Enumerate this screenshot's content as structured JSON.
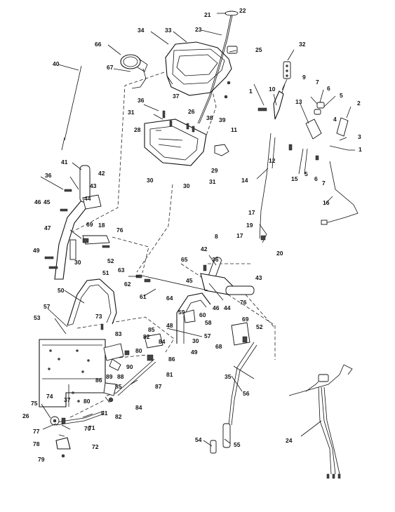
{
  "callouts": [
    "21",
    "22",
    "34",
    "33",
    "23",
    "66",
    "25",
    "32",
    "67",
    "40",
    "36",
    "37",
    "9",
    "1",
    "10",
    "7",
    "6",
    "5",
    "2",
    "13",
    "4",
    "3",
    "1",
    "26",
    "38",
    "39",
    "31",
    "28",
    "11",
    "12",
    "41",
    "36",
    "42",
    "30",
    "31",
    "29",
    "30",
    "15",
    "5",
    "6",
    "7",
    "14",
    "43",
    "46",
    "45",
    "44",
    "47",
    "69",
    "18",
    "76",
    "16",
    "17",
    "19",
    "17",
    "20",
    "8",
    "49",
    "30",
    "52",
    "42",
    "51",
    "63",
    "65",
    "36",
    "62",
    "45",
    "43",
    "61",
    "50",
    "64",
    "46",
    "44",
    "76",
    "57",
    "53",
    "73",
    "59",
    "60",
    "58",
    "48",
    "57",
    "85",
    "82",
    "84",
    "49",
    "30",
    "68",
    "69",
    "52",
    "83",
    "80",
    "86",
    "90",
    "88",
    "89",
    "81",
    "87",
    "35",
    "56",
    "86",
    "85",
    "74",
    "80",
    "81",
    "82",
    "84",
    "37",
    "75",
    "26",
    "70",
    "71",
    "77",
    "72",
    "78",
    "79",
    "54",
    "55",
    "24"
  ],
  "colors": {
    "ink": "#111111",
    "background": "#ffffff"
  }
}
